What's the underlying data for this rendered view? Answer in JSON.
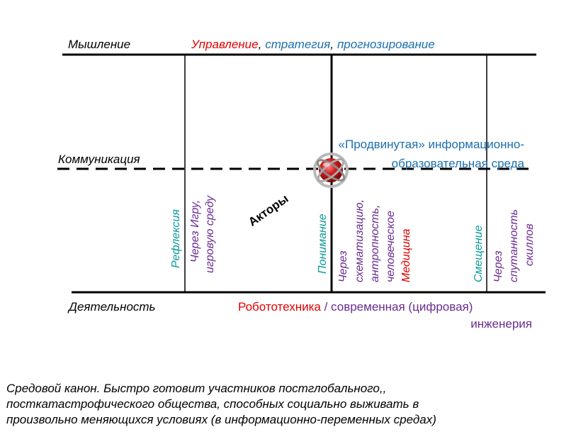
{
  "levels": {
    "thinking": "Мышление",
    "communication": "Коммуникация",
    "activity": "Деятельность"
  },
  "top": {
    "management": "Управление",
    "sep1": ",",
    "strategy": "стратегия",
    "sep2": ",",
    "forecasting": "прогнозирование"
  },
  "environment": {
    "line1": "«Продвинутая» информационно-",
    "line2": "образовательная среда"
  },
  "actors": "Акторы",
  "columns": {
    "reflexia": "Рефлексия",
    "reflexia_note_1": "Через Игру,",
    "reflexia_note_2": "игровую среду",
    "understanding": "Понимание",
    "understanding_note_1": "Через",
    "understanding_note_2": "схематизацию,",
    "understanding_note_3": "антропность,",
    "understanding_note_4": "человеческое",
    "understanding_note_5": "Медицина",
    "shift": "Смещение",
    "shift_note_1": "Через",
    "shift_note_2": "спутанность",
    "shift_note_3": "скиллов"
  },
  "bottom": {
    "robotics": "Робототехника",
    "rest_1": " / современная (цифровая)",
    "rest_2": "инженерия"
  },
  "caption": {
    "line1": "Средовой канон. Быстро готовит участников постглобального,,",
    "line2": "посткатастрофического общества,  способных социально выживать в",
    "line3": "произвольно меняющихся условиях (в информационно-переменных средах)"
  },
  "icons": {
    "emblem": "red-sphere-emblem-icon"
  },
  "colors": {
    "red": "#e00000",
    "blue": "#1b6fb0",
    "teal": "#0a9a9a",
    "purple": "#6a2c91",
    "black": "#000000"
  }
}
